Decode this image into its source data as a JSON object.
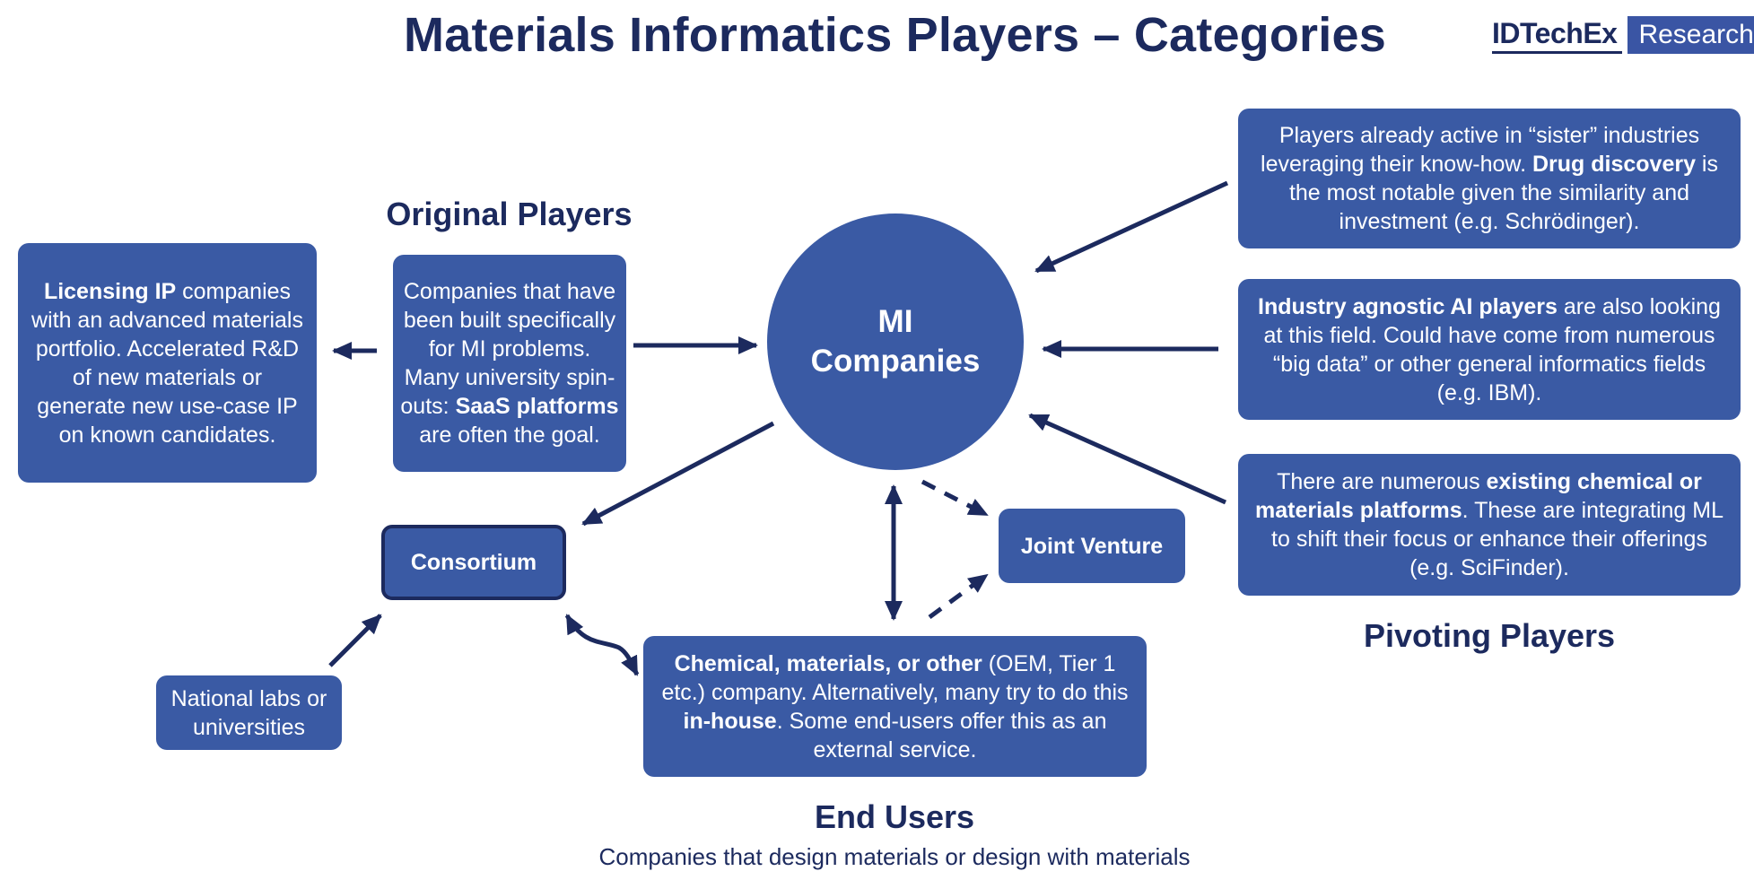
{
  "title": "Materials Informatics Players – Categories",
  "logo": {
    "brand": "IDTechEx",
    "tag": "Research"
  },
  "center": {
    "line1": "MI",
    "line2": "Companies"
  },
  "labels": {
    "original_players": "Original Players",
    "pivoting_players": "Pivoting Players",
    "end_users": "End Users",
    "end_users_sub": "Companies that design materials or design with materials"
  },
  "boxes": {
    "licensing": {
      "bold": "Licensing IP",
      "text": " companies with an advanced materials portfolio. Accelerated R&D of new materials or generate new use-case IP on known candidates."
    },
    "original": {
      "text1": "Companies that have been built specifically for MI problems. Many university spin-outs: ",
      "bold": "SaaS platforms",
      "text2": " are often the goal."
    },
    "consortium": "Consortium",
    "national_labs": "National labs or universities",
    "joint_venture": "Joint Venture",
    "end_user_box": {
      "bold1": "Chemical, materials, or other",
      "text1": " (OEM, Tier 1 etc.) company. Alternatively, many try to do this ",
      "bold2": "in-house",
      "text2": ". Some end-users offer this as an external service."
    },
    "sister": {
      "text1": "Players already active in “sister” industries leveraging their know-how. ",
      "bold": "Drug discovery",
      "text2": " is the most notable given the similarity and investment (e.g. Schrödinger)."
    },
    "agnostic": {
      "bold": "Industry agnostic AI players",
      "text": " are also looking at this field. Could have come from numerous “big data” or other general informatics fields (e.g. IBM)."
    },
    "existing": {
      "text1": "There are numerous ",
      "bold": "existing chemical or materials platforms",
      "text2": ". These are integrating ML to shift their focus or enhance their offerings (e.g. SciFinder)."
    }
  },
  "colors": {
    "box": "#3a5aa4",
    "dark": "#1c2a5e",
    "background": "#ffffff"
  }
}
